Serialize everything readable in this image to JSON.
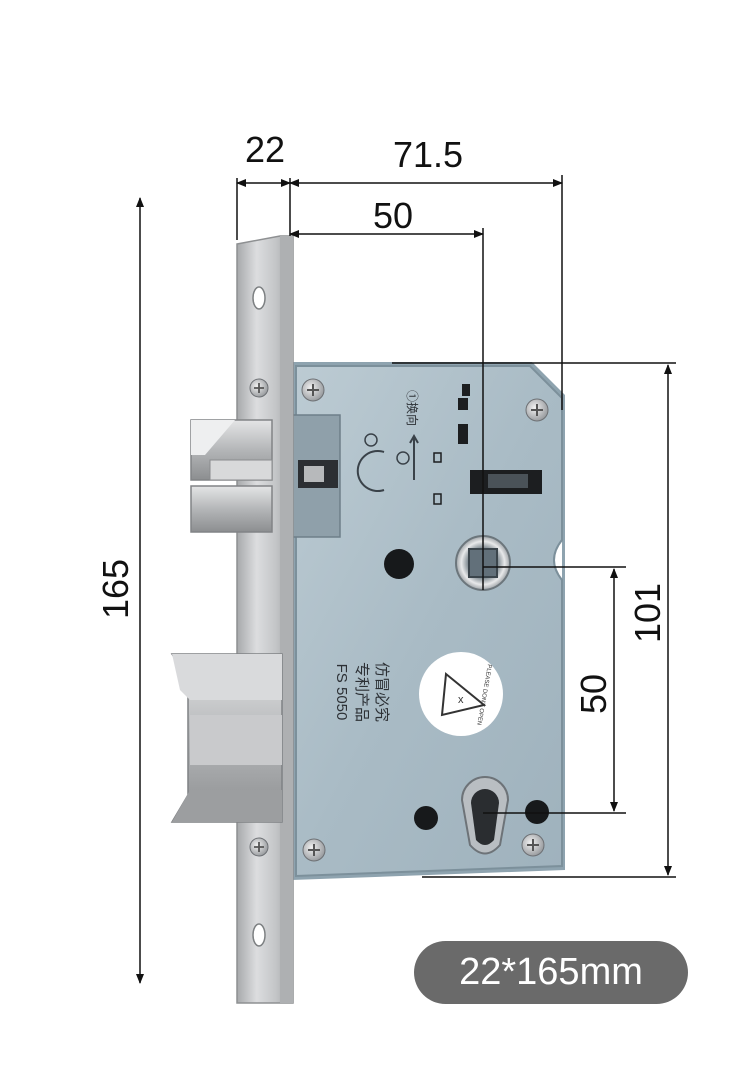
{
  "dimensions": {
    "faceplate_width": "22",
    "case_depth": "71.5",
    "backset": "50",
    "faceplate_length": "165",
    "case_height": "101",
    "center_distance": "50"
  },
  "case_marks": {
    "model_line": "FS 5050",
    "patent_line": "专利产品",
    "warning_line": "仿冒必究",
    "handing_arrow": "①换向",
    "sticker_text": "PLEASE DON'T OPEN"
  },
  "size_badge": "22*165mm",
  "colors": {
    "case": "#a9bcc6",
    "faceplate": "#c4c6c8",
    "badge": "#6a6a6a"
  }
}
